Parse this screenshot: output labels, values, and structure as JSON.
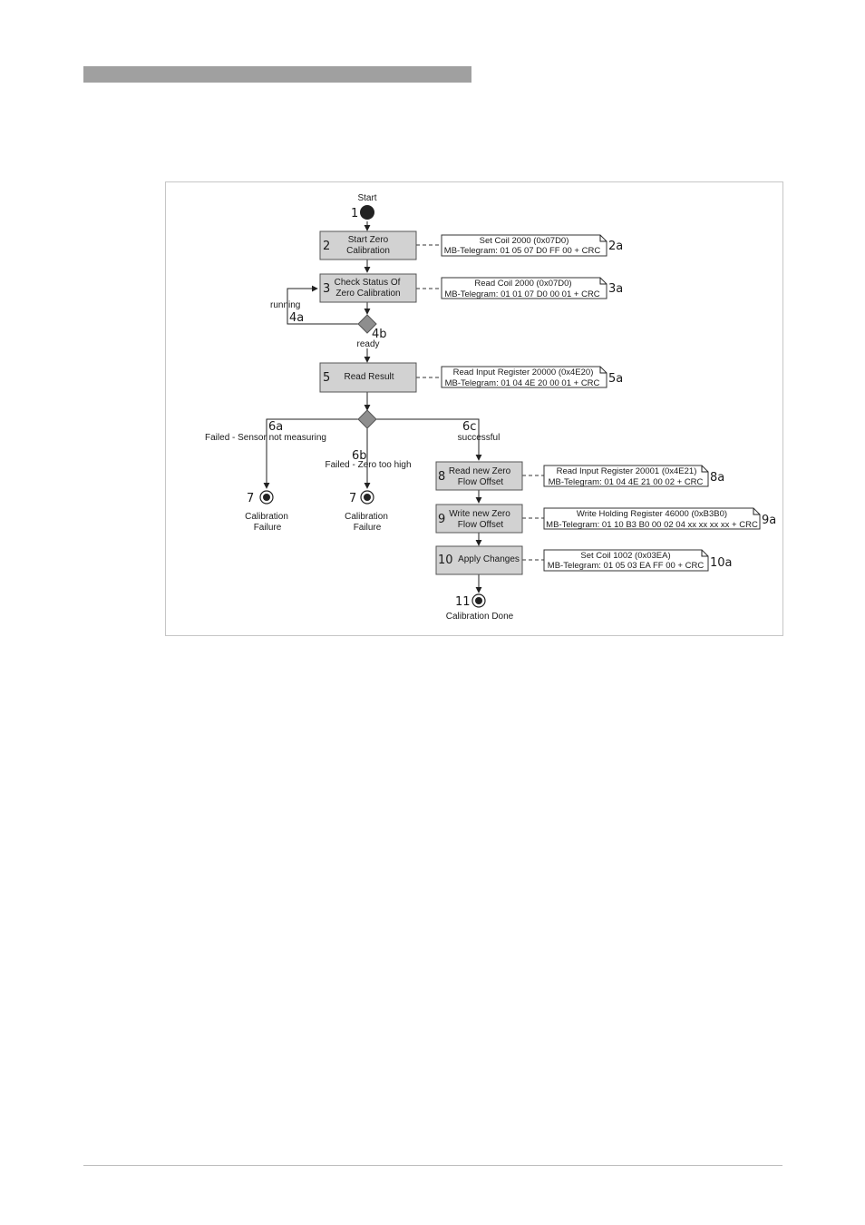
{
  "steps": {
    "start": {
      "num": "1",
      "label": "Start"
    },
    "s2": {
      "num": "2",
      "line1": "Start Zero",
      "line2": "Calibration"
    },
    "s3": {
      "num": "3",
      "line1": "Check Status Of",
      "line2": "Zero Calibration"
    },
    "s4a": {
      "num": "4a",
      "label": "running"
    },
    "s4b": {
      "num": "4b",
      "label": "ready"
    },
    "s5": {
      "num": "5",
      "label": "Read Result"
    },
    "s6a": {
      "num": "6a",
      "label": "Failed - Sensor not measuring"
    },
    "s6b": {
      "num": "6b",
      "label": "Failed - Zero too high"
    },
    "s6c": {
      "num": "6c",
      "label": "successful"
    },
    "s7a": {
      "num": "7",
      "line1": "Calibration",
      "line2": "Failure"
    },
    "s7b": {
      "num": "7",
      "line1": "Calibration",
      "line2": "Failure"
    },
    "s8": {
      "num": "8",
      "line1": "Read new Zero",
      "line2": "Flow Offset"
    },
    "s9": {
      "num": "9",
      "line1": "Write new Zero",
      "line2": "Flow Offset"
    },
    "s10": {
      "num": "10",
      "label": "Apply Changes"
    },
    "s11": {
      "num": "11",
      "label": "Calibration Done"
    }
  },
  "notes": {
    "n2a": {
      "num": "2a",
      "line1": "Set Coil 2000 (0x07D0)",
      "line2": "MB-Telegram: 01 05 07 D0 FF 00 + CRC"
    },
    "n3a": {
      "num": "3a",
      "line1": "Read Coil 2000 (0x07D0)",
      "line2": "MB-Telegram: 01 01 07 D0 00 01 + CRC"
    },
    "n5a": {
      "num": "5a",
      "line1": "Read Input Register 20000 (0x4E20)",
      "line2": "MB-Telegram: 01 04 4E 20 00 01 + CRC"
    },
    "n8a": {
      "num": "8a",
      "line1": "Read Input Register 20001 (0x4E21)",
      "line2": "MB-Telegram: 01 04 4E 21 00 02 + CRC"
    },
    "n9a": {
      "num": "9a",
      "line1": "Write Holding Register 46000 (0xB3B0)",
      "line2": "MB-Telegram: 01 10 B3 B0 00 02 04 xx xx xx xx + CRC"
    },
    "n10a": {
      "num": "10a",
      "line1": "Set Coil 1002 (0x03EA)",
      "line2": "MB-Telegram: 01 05 03 EA FF 00 + CRC"
    }
  }
}
